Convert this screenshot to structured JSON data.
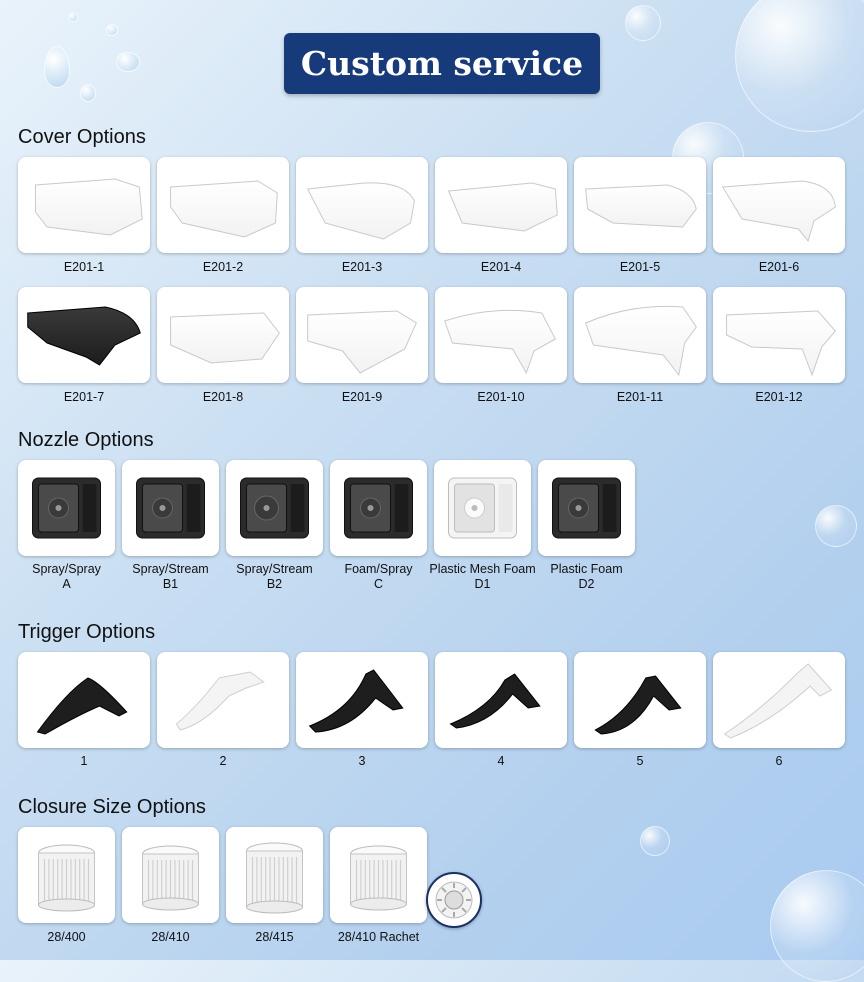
{
  "banner": {
    "title": "Custom service"
  },
  "cover": {
    "title": "Cover Options",
    "items": [
      {
        "label": "E201-1",
        "color": "#f2f2f2"
      },
      {
        "label": "E201-2",
        "color": "#f2f2f2"
      },
      {
        "label": "E201-3",
        "color": "#f2f2f2"
      },
      {
        "label": "E201-4",
        "color": "#f2f2f2"
      },
      {
        "label": "E201-5",
        "color": "#f2f2f2"
      },
      {
        "label": "E201-6",
        "color": "#f2f2f2"
      },
      {
        "label": "E201-7",
        "color": "#1c1c1c"
      },
      {
        "label": "E201-8",
        "color": "#f2f2f2"
      },
      {
        "label": "E201-9",
        "color": "#f2f2f2"
      },
      {
        "label": "E201-10",
        "color": "#f2f2f2"
      },
      {
        "label": "E201-11",
        "color": "#f2f2f2"
      },
      {
        "label": "E201-12",
        "color": "#f2f2f2"
      }
    ]
  },
  "nozzle": {
    "title": "Nozzle Options",
    "items": [
      {
        "line1": "Spray/Spray",
        "line2": "A",
        "color": "#222222"
      },
      {
        "line1": "Spray/Stream",
        "line2": "B1",
        "color": "#222222"
      },
      {
        "line1": "Spray/Stream",
        "line2": "B2",
        "color": "#222222"
      },
      {
        "line1": "Foam/Spray",
        "line2": "C",
        "color": "#222222"
      },
      {
        "line1": "Plastic Mesh Foam",
        "line2": "D1",
        "color": "#eeeeee"
      },
      {
        "line1": "Plastic Foam",
        "line2": "D2",
        "color": "#222222"
      }
    ]
  },
  "trigger": {
    "title": "Trigger Options",
    "items": [
      {
        "label": "1",
        "color": "#1e1e1e"
      },
      {
        "label": "2",
        "color": "#f4f4f4"
      },
      {
        "label": "3",
        "color": "#1e1e1e"
      },
      {
        "label": "4",
        "color": "#1e1e1e"
      },
      {
        "label": "5",
        "color": "#1e1e1e"
      },
      {
        "label": "6",
        "color": "#f4f4f4"
      }
    ]
  },
  "closure": {
    "title": "Closure Size Options",
    "items": [
      {
        "label": "28/400"
      },
      {
        "label": "28/410"
      },
      {
        "label": "28/415"
      },
      {
        "label": "28/410 Rachet"
      }
    ]
  }
}
